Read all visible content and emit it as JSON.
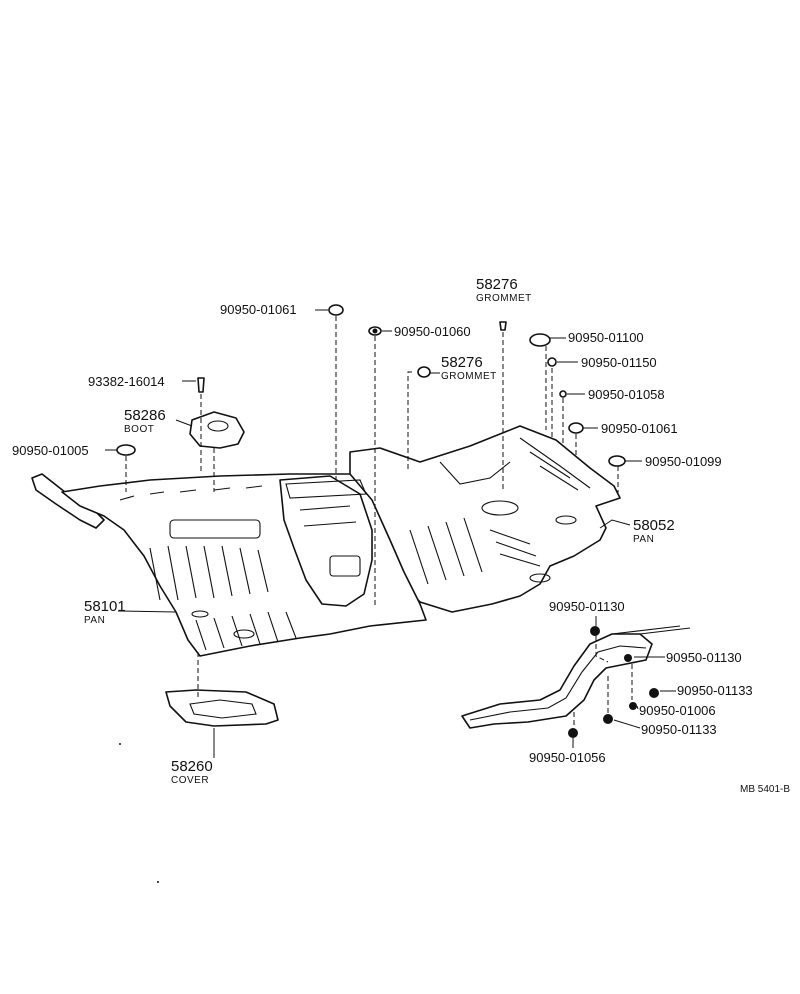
{
  "parts": {
    "p_58276_top": {
      "number": "58276",
      "name": "GROMMET"
    },
    "p_58276_mid": {
      "number": "58276",
      "name": "GROMMET"
    },
    "p_90950_01061_a": {
      "number": "90950-01061"
    },
    "p_90950_01060": {
      "number": "90950-01060"
    },
    "p_90950_01100": {
      "number": "90950-01100"
    },
    "p_90950_01150": {
      "number": "90950-01150"
    },
    "p_90950_01058": {
      "number": "90950-01058"
    },
    "p_90950_01061_b": {
      "number": "90950-01061"
    },
    "p_90950_01099": {
      "number": "90950-01099"
    },
    "p_93382_16014": {
      "number": "93382-16014"
    },
    "p_58286": {
      "number": "58286",
      "name": "BOOT"
    },
    "p_90950_01005": {
      "number": "90950-01005"
    },
    "p_58052": {
      "number": "58052",
      "name": "PAN"
    },
    "p_58101": {
      "number": "58101",
      "name": "PAN"
    },
    "p_58260": {
      "number": "58260",
      "name": "COVER"
    },
    "p_90950_01130_a": {
      "number": "90950-01130"
    },
    "p_90950_01130_b": {
      "number": "90950-01130"
    },
    "p_90950_01133_a": {
      "number": "90950-01133"
    },
    "p_90950_01006": {
      "number": "90950-01006"
    },
    "p_90950_01133_b": {
      "number": "90950-01133"
    },
    "p_90950_01056": {
      "number": "90950-01056"
    }
  },
  "drawing_ref": "MB 5401-B"
}
